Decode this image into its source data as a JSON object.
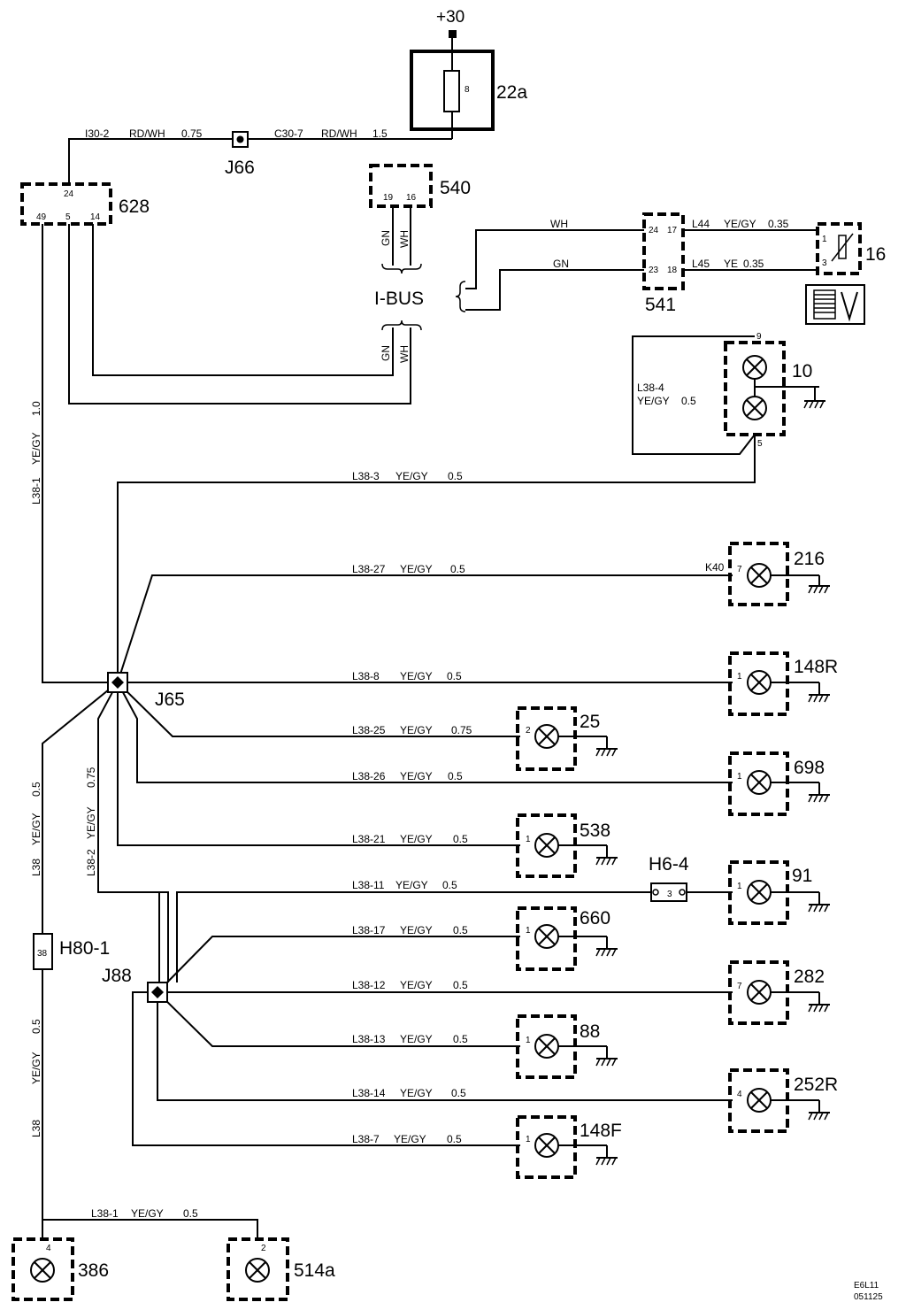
{
  "supply": {
    "label": "+30"
  },
  "fuse_box": {
    "id": "22a",
    "pin": "8"
  },
  "top_wire": {
    "left": {
      "code": "I30-2",
      "color": "RD/WH",
      "size": "0.75"
    },
    "right": {
      "code": "C30-7",
      "color": "RD/WH",
      "size": "1.5"
    }
  },
  "junctions": {
    "j66": "J66",
    "j65": "J65",
    "j88": "J88"
  },
  "connectors": {
    "h80": {
      "id": "H80-1",
      "pin": "38"
    },
    "h6": {
      "id": "H6-4",
      "pin": "3"
    }
  },
  "comp_628": {
    "id": "628",
    "pin_top": "24",
    "pins": [
      "49",
      "5",
      "14"
    ]
  },
  "comp_540": {
    "id": "540",
    "pins": [
      "19",
      "16"
    ]
  },
  "ibus": {
    "label": "I-BUS",
    "upper": [
      "GN",
      "WH"
    ],
    "lower": [
      "GN",
      "WH"
    ],
    "wh": "WH",
    "gn": "GN"
  },
  "comp_541": {
    "id": "541",
    "pins_left": [
      "24",
      "23"
    ],
    "pins_right": [
      "17",
      "18"
    ]
  },
  "comp_16": {
    "id": "16",
    "pins": [
      "1",
      "3"
    ],
    "wire_upper": {
      "code": "L44",
      "color": "YE/GY",
      "size": "0.35"
    },
    "wire_lower": {
      "code": "L45",
      "color": "YE",
      "size": "0.35"
    }
  },
  "comp_10": {
    "id": "10",
    "pin_top": "9",
    "pin_bottom": "5",
    "wire": {
      "code": "L38-4",
      "color": "YE/GY",
      "size": "0.5"
    }
  },
  "left_wires": {
    "l38_1_vert": {
      "code": "L38-1",
      "color": "YE/GY",
      "size": "1.0"
    },
    "l38_upper": {
      "code": "L38",
      "color": "YE/GY",
      "size": "0.5"
    },
    "l38_2": {
      "code": "L38-2",
      "color": "YE/GY",
      "size": "0.75"
    },
    "l38_lower": {
      "code": "L38",
      "color": "YE/GY",
      "size": "0.5"
    },
    "l38_1_bottom": {
      "code": "L38-1",
      "color": "YE/GY",
      "size": "0.5"
    }
  },
  "wire_l38_3": {
    "code": "L38-3",
    "color": "YE/GY",
    "size": "0.5"
  },
  "lamps": [
    {
      "id": "216",
      "pin": "7",
      "extra": "K40",
      "code": "L38-27",
      "color": "YE/GY",
      "size": "0.5"
    },
    {
      "id": "148R",
      "pin": "1",
      "code": "L38-8",
      "color": "YE/GY",
      "size": "0.5"
    },
    {
      "id": "25",
      "pin": "2",
      "code": "L38-25",
      "color": "YE/GY",
      "size": "0.75"
    },
    {
      "id": "698",
      "pin": "1",
      "code": "L38-26",
      "color": "YE/GY",
      "size": "0.5"
    },
    {
      "id": "538",
      "pin": "1",
      "code": "L38-21",
      "color": "YE/GY",
      "size": "0.5"
    },
    {
      "id": "91",
      "pin": "1",
      "code": "L38-11",
      "color": "YE/GY",
      "size": "0.5"
    },
    {
      "id": "660",
      "pin": "1",
      "code": "L38-17",
      "color": "YE/GY",
      "size": "0.5"
    },
    {
      "id": "282",
      "pin": "7",
      "code": "L38-12",
      "color": "YE/GY",
      "size": "0.5"
    },
    {
      "id": "88",
      "pin": "1",
      "code": "L38-13",
      "color": "YE/GY",
      "size": "0.5"
    },
    {
      "id": "252R",
      "pin": "4",
      "code": "L38-14",
      "color": "YE/GY",
      "size": "0.5"
    },
    {
      "id": "148F",
      "pin": "1",
      "code": "L38-7",
      "color": "YE/GY",
      "size": "0.5"
    }
  ],
  "bottom_lamps": [
    {
      "id": "386",
      "pin": "4"
    },
    {
      "id": "514a",
      "pin": "2"
    }
  ],
  "doc_ref": [
    "E6L11",
    "051125"
  ]
}
